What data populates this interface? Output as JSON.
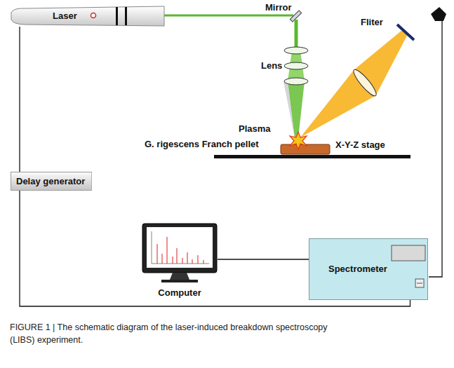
{
  "diagram": {
    "caption": "FIGURE 1 | The schematic diagram of the laser-induced breakdown spectroscopy (LIBS) experiment.",
    "nodes": [
      {
        "text": [
          "Laser"
        ]
      },
      {
        "text": [
          "Delay generator"
        ]
      },
      {
        "text": [
          "Computer"
        ]
      },
      {
        "text": [
          "Spectrometer"
        ]
      }
    ],
    "edges": [
      {
        "from": 0,
        "to": 1,
        "arrow": "none"
      },
      {
        "from": 1,
        "to": 3,
        "arrow": "none"
      },
      {
        "from": 2,
        "to": 3,
        "arrow": "none"
      }
    ],
    "labels": [
      "Mirror",
      "Lens",
      "Fliter",
      "Plasma",
      "G. rigescens Franch pellet",
      "X-Y-Z stage"
    ]
  }
}
